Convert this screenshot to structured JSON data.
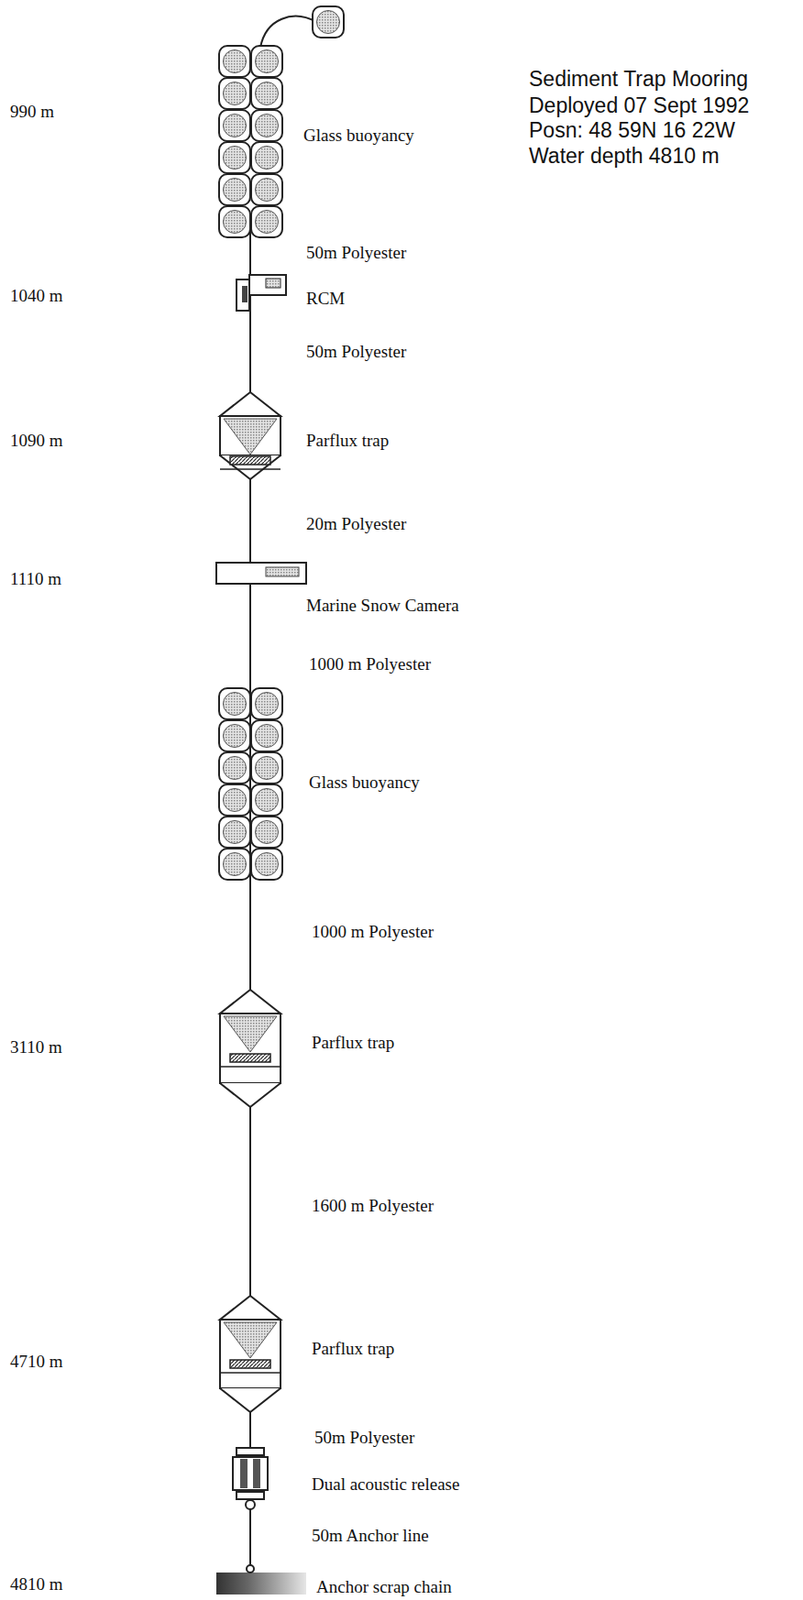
{
  "diagram": {
    "title": "Sediment Trap Mooring",
    "labels": [
      "Deployed 07 Sept 1992",
      "Posn: 48 59N 16 22W",
      "Water depth 4810 m",
      "990 m",
      "1040 m",
      "1090 m",
      "1110 m",
      "3110 m",
      "4710 m",
      "4810 m",
      "Glass buoyancy",
      "50m Polyester",
      "RCM",
      "50m Polyester",
      "Parflux trap",
      "20m Polyester",
      "Marine Snow Camera",
      "1000 m Polyester",
      "Glass buoyancy",
      "1000 m Polyester",
      "Parflux trap",
      "1600 m Polyester",
      "Parflux trap",
      "50m Polyester",
      "Dual acoustic release",
      "50m Anchor line",
      "Anchor scrap chain"
    ]
  }
}
